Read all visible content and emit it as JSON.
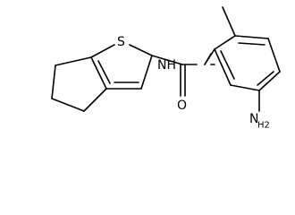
{
  "atoms": {
    "S": "S",
    "O": "O",
    "NH": "NH",
    "N": "N",
    "H2": "H2"
  }
}
